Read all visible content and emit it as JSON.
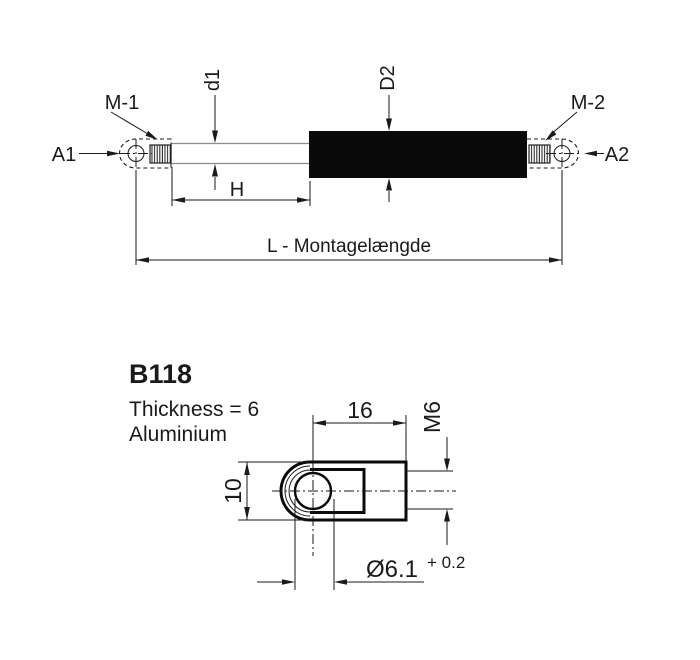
{
  "gas_spring": {
    "label_m1": "M-1",
    "label_m2": "M-2",
    "label_a1": "A1",
    "label_a2": "A2",
    "label_d1": "d1",
    "label_d2": "D2",
    "label_stroke": "H",
    "label_length": "L - Montagelængde"
  },
  "end_fitting": {
    "part_number": "B118",
    "thickness": "Thickness = 6",
    "material": "Aluminium",
    "dim_width": "16",
    "dim_thread": "M6",
    "dim_height": "10",
    "dim_hole": "Ø6.1",
    "dim_hole_tolerance": "+ 0.2"
  },
  "colors": {
    "line": "#1a1a1a",
    "rod_line": "#8c8c8c",
    "cylinder_fill": "#0a0a0a",
    "background": "#ffffff"
  }
}
